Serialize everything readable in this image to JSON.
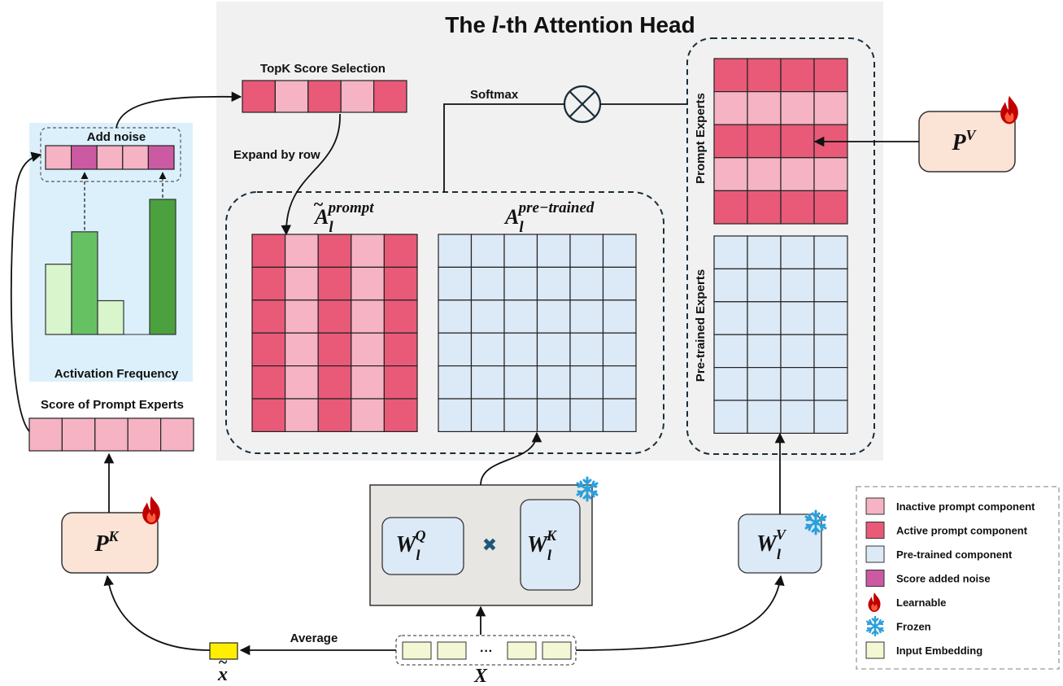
{
  "title": {
    "prefix": "The ",
    "var": "l",
    "suffix": "-th Attention Head"
  },
  "colors": {
    "inactive_prompt": "#f5b3c3",
    "active_prompt": "#e85a78",
    "pretrained": "#dce9f6",
    "score_noise": "#cc5aa3",
    "input_embedding": "#f3f7d3",
    "head_bg": "#f1f1f1",
    "noise_panel_bg": "#dcf0fb",
    "param_bg": "#fbe3d6",
    "avg_vector": "#ffee00",
    "bar_light": "#d8f5cc",
    "bar_mid": "#66c163",
    "bar_dark": "#4aa13e",
    "flame": "#c00000",
    "snowflake": "#2b9fdc"
  },
  "labels": {
    "topk": "TopK  Score Selection",
    "softmax": "Softmax",
    "expand": "Expand by row",
    "add_noise": "Add noise",
    "activation": "Activation Frequency",
    "score_prompt": "Score of Prompt Experts",
    "prompt_experts": "Prompt  Experts",
    "pretrained_experts": "Pre-trained  Experts",
    "average": "Average",
    "ellipsis": "···"
  },
  "math": {
    "a_prompt_base": "A",
    "a_prompt_sub": "l",
    "a_prompt_sup": "prompt",
    "a_pre_base": "A",
    "a_pre_sub": "l",
    "a_pre_sup": "pre−trained",
    "pv_base": "P",
    "pv_sup": "V",
    "pk_base": "P",
    "pk_sup": "K",
    "wq_base": "W",
    "wq_sub": "l",
    "wq_sup": "Q",
    "wk_base": "W",
    "wk_sub": "l",
    "wk_sup": "K",
    "wv_base": "W",
    "wv_sub": "l",
    "wv_sup": "V",
    "xbar": "x",
    "x": "X",
    "tilde": "~",
    "times": "✖"
  },
  "legend": [
    {
      "label": "Inactive prompt component",
      "icon": "swatch",
      "color": "#f5b3c3"
    },
    {
      "label": "Active prompt component",
      "icon": "swatch",
      "color": "#e85a78"
    },
    {
      "label": "Pre-trained component",
      "icon": "swatch",
      "color": "#dce9f6"
    },
    {
      "label": "Score added noise",
      "icon": "swatch",
      "color": "#cc5aa3"
    },
    {
      "label": "Learnable",
      "icon": "flame",
      "color": "#c00000"
    },
    {
      "label": "Frozen",
      "icon": "snowflake",
      "color": "#2b9fdc"
    },
    {
      "label": "Input Embedding",
      "icon": "swatch",
      "color": "#f3f7d3"
    }
  ],
  "activation_frequency_bars": [
    {
      "value": 0.52,
      "shade": "light"
    },
    {
      "value": 0.76,
      "shade": "mid"
    },
    {
      "value": 0.25,
      "shade": "light"
    },
    {
      "value": 0.0,
      "shade": "light"
    },
    {
      "value": 1.0,
      "shade": "dark"
    }
  ],
  "topk_selection": [
    "active",
    "inactive",
    "active",
    "inactive",
    "active"
  ],
  "noised_scores": [
    "inactive",
    "noise",
    "inactive",
    "inactive",
    "noise"
  ],
  "prompt_expert_scores": [
    "inactive",
    "inactive",
    "inactive",
    "inactive",
    "inactive"
  ],
  "a_prompt_columns": [
    "active",
    "inactive",
    "active",
    "inactive",
    "active"
  ],
  "prompt_expert_rows": [
    "active",
    "inactive",
    "active",
    "inactive",
    "active"
  ]
}
